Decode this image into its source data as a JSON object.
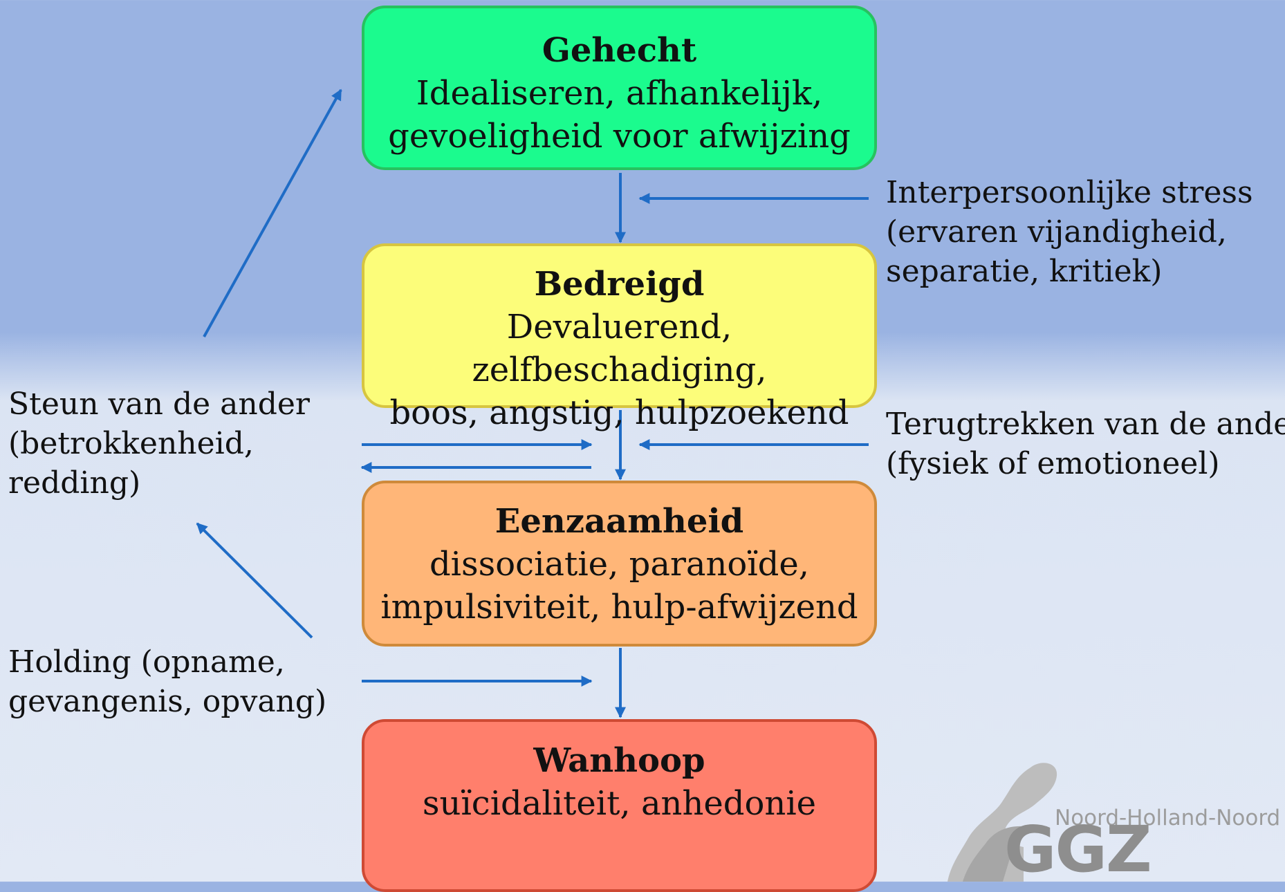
{
  "boxes": {
    "gehecht": {
      "title": "Gehecht",
      "lines": [
        "Idealiseren, afhankelijk,",
        "gevoeligheid voor afwijzing"
      ],
      "fill": "#1bfb8e"
    },
    "bedreigd": {
      "title": "Bedreigd",
      "lines": [
        "Devaluerend, zelfbeschadiging,",
        "boos, angstig, hulpzoekend"
      ],
      "fill": "#fcfd7a"
    },
    "eenzaamheid": {
      "title": "Eenzaamheid",
      "lines": [
        "dissociatie, paranoïde,",
        "impulsiviteit, hulp-afwijzend"
      ],
      "fill": "#ffb678"
    },
    "wanhoop": {
      "title": "Wanhoop",
      "lines": [
        "suïcidaliteit, anhedonie"
      ],
      "fill": "#ff7f6c"
    }
  },
  "side_labels": {
    "interpersoonlijke_stress": [
      "Interpersoonlijke stress",
      "(ervaren vijandigheid,",
      "separatie, kritiek)"
    ],
    "terugtrekken": [
      "Terugtrekken van de ander",
      "(fysiek of emotioneel)"
    ],
    "steun": [
      "Steun van de ander",
      "(betrokkenheid,",
      "redding)"
    ],
    "holding": [
      "Holding (opname,",
      "gevangenis, opvang)"
    ]
  },
  "logo": {
    "subtitle": "Noord-Holland-Noord",
    "name": "GGZ"
  },
  "colors": {
    "arrow": "#1f6cc6",
    "background_top": "#9ab3e2",
    "background_bottom": "#e2e9f5"
  }
}
